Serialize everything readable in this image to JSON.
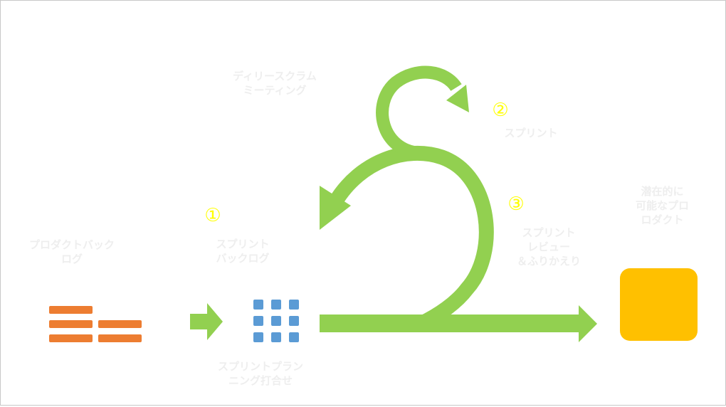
{
  "colors": {
    "backlog": "#ED7D31",
    "sprint_backlog": "#5B9BD5",
    "flow": "#92D050",
    "product": "#FFC000",
    "label_text": "#EEEEEE",
    "step_number": "#FFFF00"
  },
  "labels": {
    "product_backlog": [
      "プロダクトバック",
      "ログ"
    ],
    "sprint_backlog": [
      "スプリント",
      "バックログ"
    ],
    "sprint_planning": [
      "スプリントプラン",
      "ニング打合せ"
    ],
    "daily_scrum": [
      "ディリースクラム",
      "ミーティング"
    ],
    "sprint": [
      "スプリント"
    ],
    "sprint_review": [
      "スプリント",
      "レビュー",
      "＆ふりかえり"
    ],
    "product_increment": [
      "潜在的に",
      "可能なプロ",
      "ロダクト"
    ]
  },
  "steps": {
    "step1": "①",
    "step2": "②",
    "step3": "③"
  },
  "icons": {
    "backlog": "backlog-stack-icon",
    "sprint_backlog": "sprint-backlog-grid-icon",
    "product": "product-square-icon"
  }
}
